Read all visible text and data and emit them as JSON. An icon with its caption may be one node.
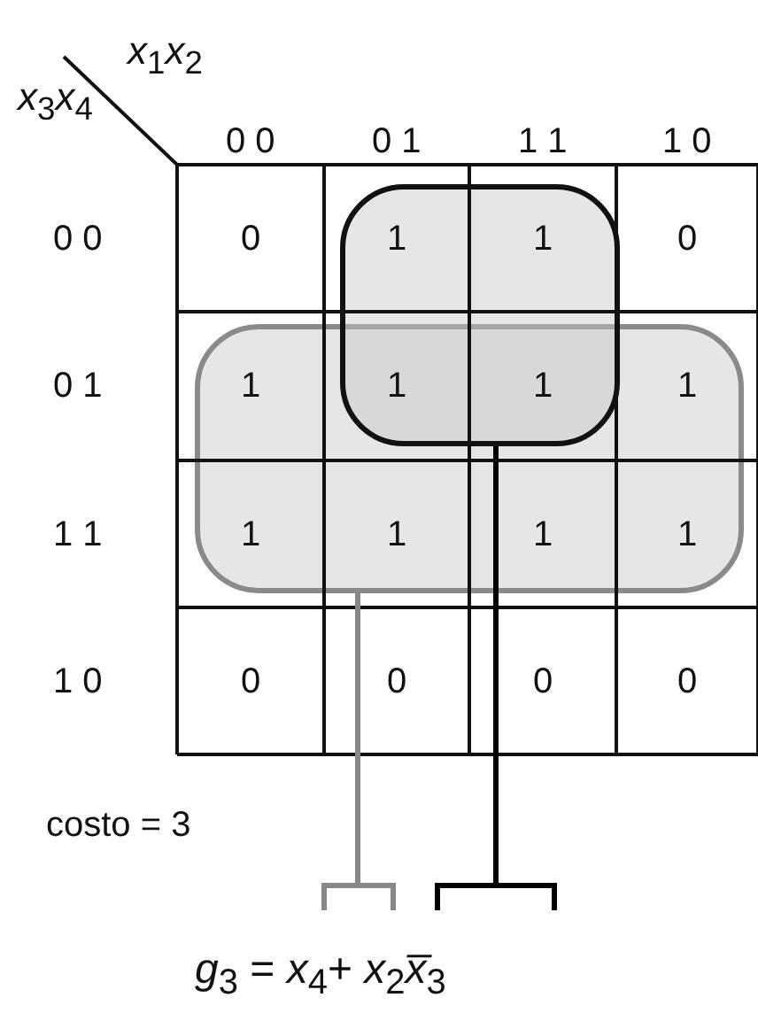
{
  "diagram": {
    "nodes": [
      {
        "text": [],
        "shape": "box"
      },
      {
        "text": [],
        "shape": "box"
      },
      {
        "text": [
          "*g*$_{3}$ = *x*$_{4}$+ *x*$_{2}$*x̅*$_{3}$"
        ]
      }
    ],
    "edges": [
      {
        "from": 0,
        "to": 2,
        "arrow": "none",
        "color": "#888888"
      },
      {
        "from": 1,
        "to": 2,
        "arrow": "none",
        "color": "#000000"
      }
    ],
    "labels": [
      "*x*$_{1}$*x*$_{2}$",
      "*x*$_{3}$*x*$_{4}$",
      "0 0",
      "0 1",
      "1 1",
      "1 0",
      "0 0",
      "0",
      "1",
      "1",
      "0",
      "0 1",
      "1",
      "1",
      "1",
      "1",
      "1 1",
      "1",
      "1",
      "1",
      "1",
      "1 0",
      "0",
      "0",
      "0",
      "0",
      "costo = 3"
    ]
  }
}
